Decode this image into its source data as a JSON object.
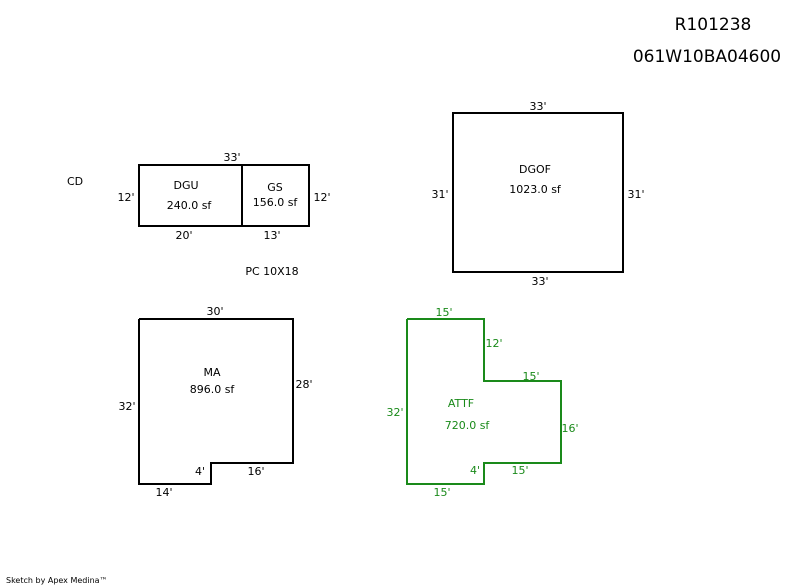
{
  "header": {
    "record_id": "R101238",
    "map_tax_lot": "061W10BA04600"
  },
  "footer": {
    "credit": "Sketch by Apex Medina™"
  },
  "standalone_labels": {
    "cd": "CD",
    "pc": "PC 10X18"
  },
  "colors": {
    "primary_line": "#000000",
    "attic_line": "#1a8a1a"
  },
  "areas": {
    "dgu": {
      "name": "DGU",
      "area": "240.0 sf",
      "dims": {
        "top": "33'",
        "left": "12'",
        "bottom": "20'"
      }
    },
    "gs": {
      "name": "GS",
      "area": "156.0 sf",
      "dims": {
        "right": "12'",
        "bottom": "13'"
      }
    },
    "dgof": {
      "name": "DGOF",
      "area": "1023.0 sf",
      "dims": {
        "top": "33'",
        "left": "31'",
        "right": "31'",
        "bottom": "33'"
      }
    },
    "ma": {
      "name": "MA",
      "area": "896.0 sf",
      "dims": {
        "top": "30'",
        "right": "28'",
        "left": "32'",
        "bottom_right": "16'",
        "step": "4'",
        "bottom_left": "14'"
      }
    },
    "attf": {
      "name": "ATTF",
      "area": "720.0 sf",
      "dims": {
        "top": "15'",
        "inner_vertical": "12'",
        "inner_top": "15'",
        "right": "16'",
        "left": "32'",
        "bottom_right": "15'",
        "step": "4'",
        "bottom_left": "15'"
      }
    }
  }
}
